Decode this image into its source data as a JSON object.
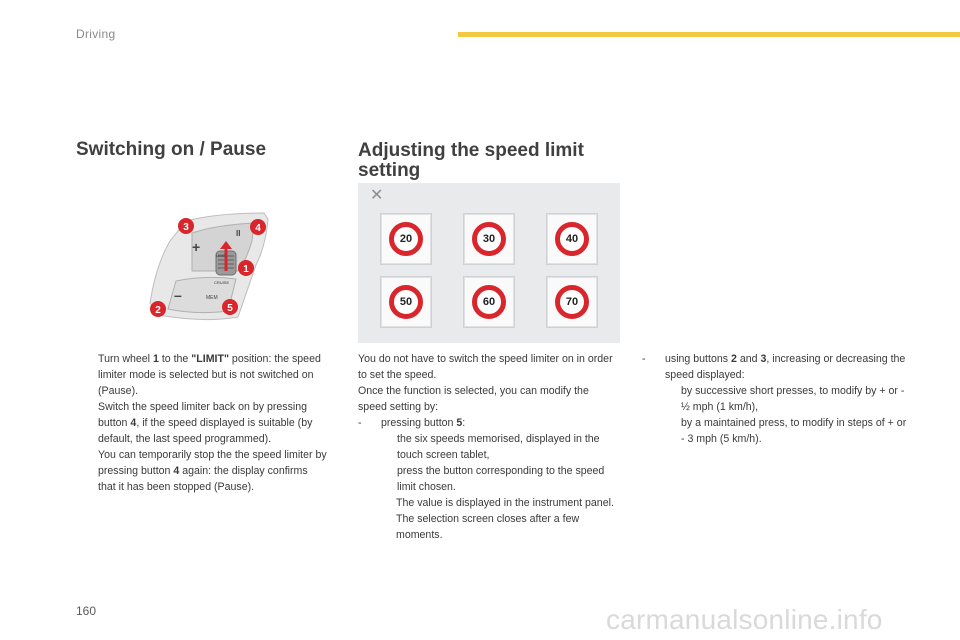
{
  "header": {
    "section": "Driving",
    "accent_color": "#f5c842"
  },
  "left": {
    "title": "Switching on / Pause",
    "figure_labels": [
      "3",
      "4",
      "1",
      "2",
      "5",
      "+",
      "–",
      "II",
      "LIMIT",
      "CRUISE",
      "MEM"
    ],
    "bullets": [
      {
        "pre": "Turn wheel ",
        "b1": "1",
        "mid": " to the ",
        "b2": "\"LIMIT\"",
        "post": " position: the speed limiter mode is selected but is not switched on (Pause)."
      },
      {
        "pre": "Switch the speed limiter back on by pressing button ",
        "b1": "4",
        "post": ", if the speed displayed is suitable (by default, the last speed programmed)."
      },
      {
        "pre": "You can temporarily stop the the speed limiter by pressing button ",
        "b1": "4",
        "post": " again: the display confirms that it has been stopped (Pause)."
      }
    ]
  },
  "middle": {
    "title": "Adjusting the speed limit setting",
    "screen": {
      "close": "✕",
      "speeds": [
        "20",
        "30",
        "40",
        "50",
        "60",
        "70"
      ]
    },
    "intro1": "You do not have to switch the speed limiter on in order to set the speed.",
    "intro2": "Once the function is selected, you can modify the speed setting by:",
    "dash_pre": "pressing button ",
    "dash_b": "5",
    "dash_post": ":",
    "sub1": "the six speeds memorised, displayed in the touch screen tablet,",
    "sub2": "press the button corresponding to the speed limit chosen.",
    "note1": "The value is displayed in the instrument panel.",
    "note2": "The selection screen closes after a few moments."
  },
  "right": {
    "dash_pre": "using buttons ",
    "dash_b1": "2",
    "dash_mid": " and ",
    "dash_b2": "3",
    "dash_post": ", increasing or decreasing the speed displayed:",
    "sub1": "by successive short presses, to modify by + or - ½ mph (1 km/h),",
    "sub2": "by a maintained press, to modify in steps of + or - 3 mph (5 km/h)."
  },
  "footer": {
    "page_number": "160",
    "watermark": "carmanualsonline.info"
  },
  "markers": {
    "bullet": "",
    "dash": "-"
  }
}
